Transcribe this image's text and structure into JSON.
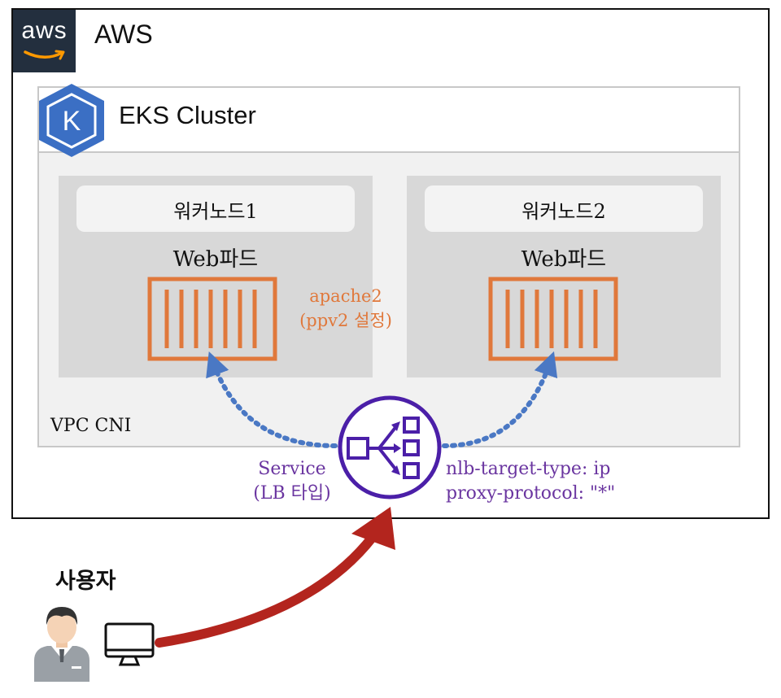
{
  "aws": {
    "logo_text": "aws",
    "title": "AWS"
  },
  "eks": {
    "title": "EKS Cluster",
    "icon_letter": "K"
  },
  "nodes": [
    {
      "label": "워커노드1",
      "pod": "Web파드"
    },
    {
      "label": "워커노드2",
      "pod": "Web파드"
    }
  ],
  "apache": {
    "line1": "apache2",
    "line2": "(ppv2 설정)"
  },
  "vpc": {
    "label": "VPC CNI"
  },
  "service": {
    "line1": "Service",
    "line2": "(LB 타입)"
  },
  "annotations": {
    "line1": "nlb-target-type: ip",
    "line2": "proxy-protocol: \"*\""
  },
  "user": {
    "label": "사용자"
  },
  "colors": {
    "orange": "#e0783b",
    "purple": "#4b1fa8",
    "purple_text": "#6a35a0",
    "blue_dots": "#4a78c4",
    "red_arrow": "#b3251e",
    "kubernetes_blue": "#3b6fc4",
    "aws_dark": "#232f3e"
  }
}
